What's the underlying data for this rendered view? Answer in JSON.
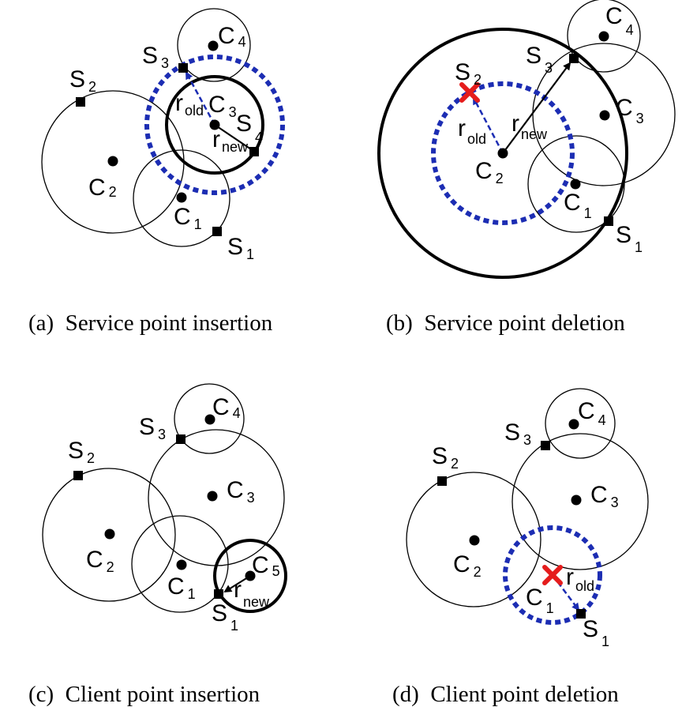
{
  "captions": {
    "a": "(a)  Service point insertion",
    "b": "(b)  Service point deletion",
    "c": "(c)  Client point insertion",
    "d": "(d)  Client point deletion"
  },
  "labels": {
    "C": "C",
    "S": "S",
    "r": "r",
    "n1": "1",
    "n2": "2",
    "n3": "3",
    "n4": "4",
    "n5": "5",
    "old": "old",
    "new": "new"
  },
  "colors": {
    "circle": "#000000",
    "dotted_circle": "#1c2db3",
    "deleted_marker": "#e51c1c"
  },
  "icons": {
    "client_point": "filled-circle",
    "service_point": "filled-square",
    "deleted_point": "red-x"
  }
}
